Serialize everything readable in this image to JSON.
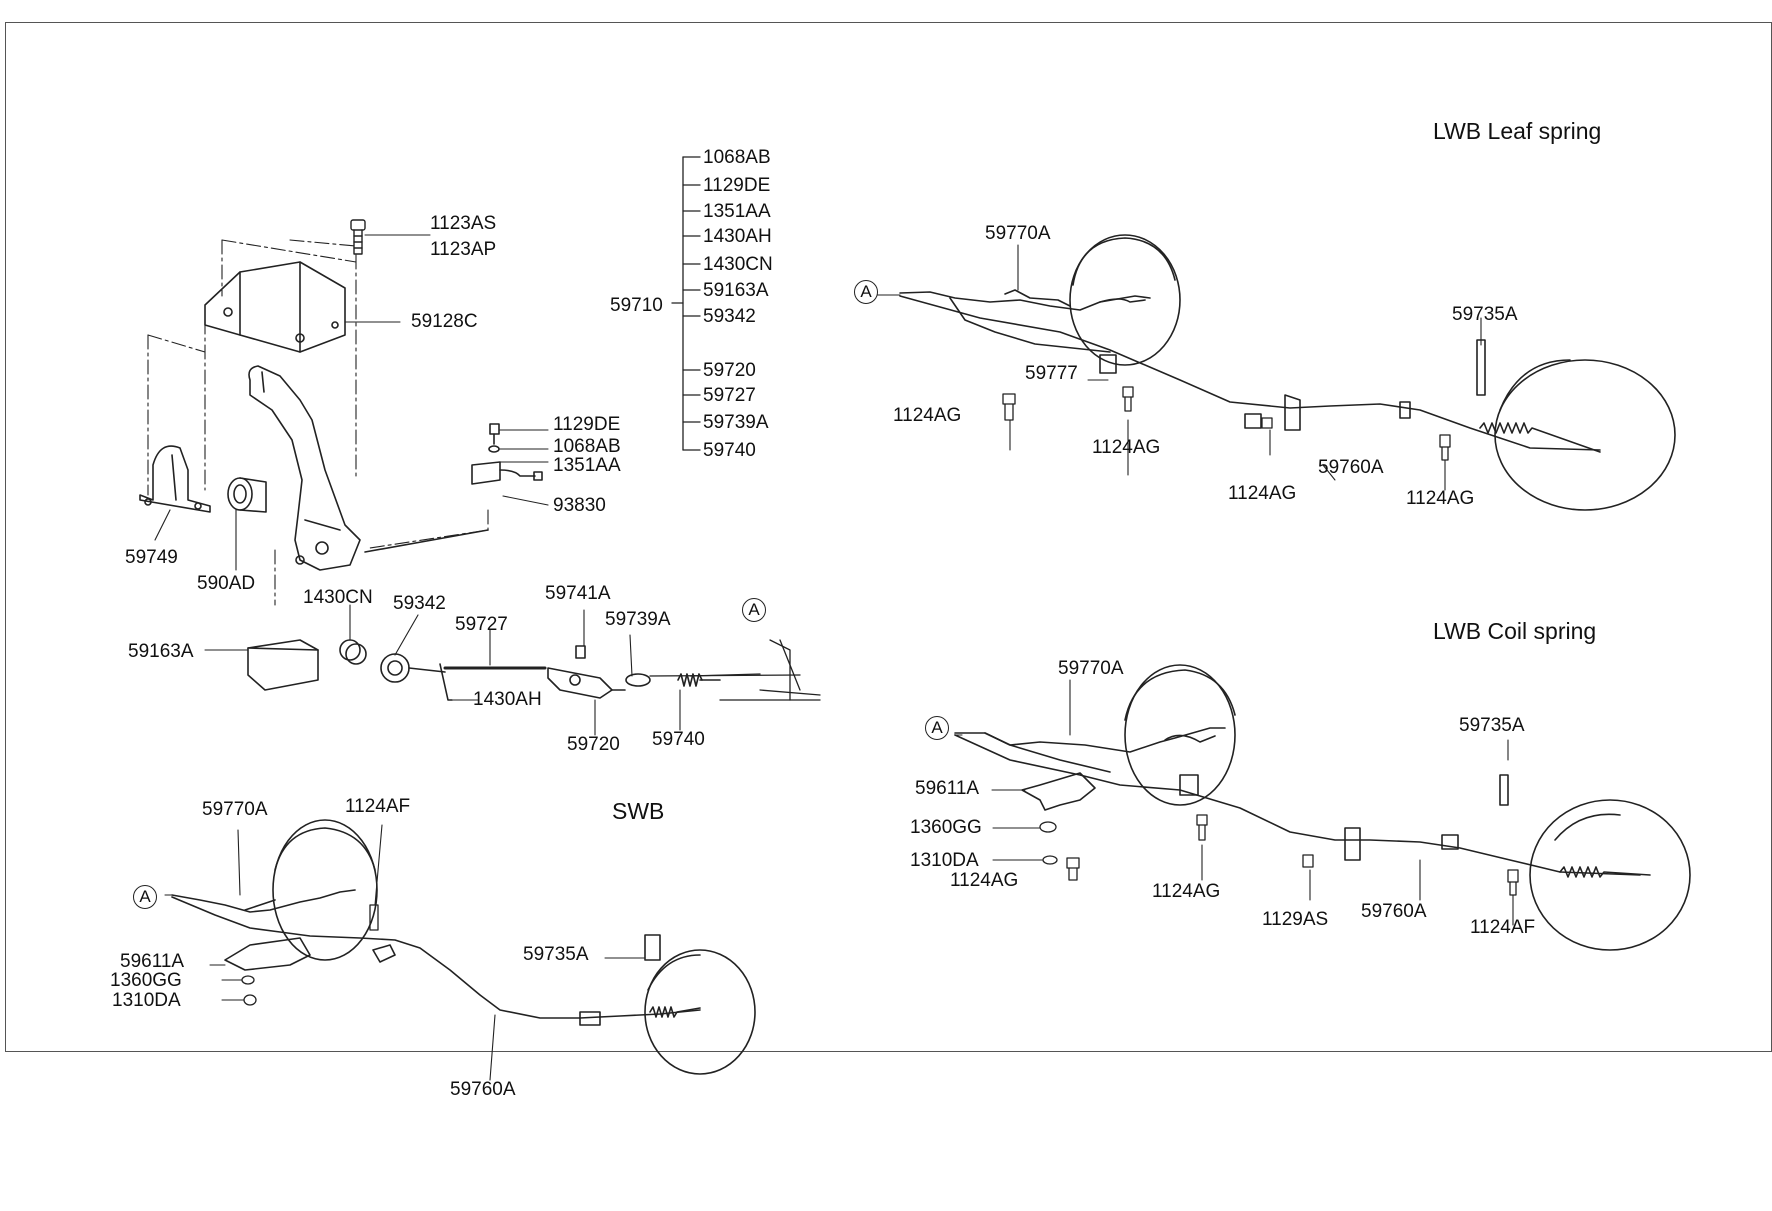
{
  "sections": {
    "leaf": "LWB Leaf spring",
    "coil": "LWB Coil spring",
    "swb": "SWB"
  },
  "ref_marker": "A",
  "labels": {
    "p1123AS": "1123AS",
    "p1123AP": "1123AP",
    "p59128C": "59128C",
    "p59749": "59749",
    "p590AD": "590AD",
    "p1129DE_a": "1129DE",
    "p1068AB_a": "1068AB",
    "p1351AA_a": "1351AA",
    "p93830": "93830",
    "p59163A_a": "59163A",
    "p1430CN_a": "1430CN",
    "p59342_a": "59342",
    "p59727_a": "59727",
    "p1430AH_a": "1430AH",
    "p59741A": "59741A",
    "p59739A_a": "59739A",
    "p59720_a": "59720",
    "p59740_a": "59740",
    "p59710": "59710",
    "l_1068AB": "1068AB",
    "l_1129DE": "1129DE",
    "l_1351AA": "1351AA",
    "l_1430AH": "1430AH",
    "l_1430CN": "1430CN",
    "l_59163A": "59163A",
    "l_59342": "59342",
    "l_59720": "59720",
    "l_59727": "59727",
    "l_59739A": "59739A",
    "l_59740": "59740",
    "leaf_59770A": "59770A",
    "leaf_59735A": "59735A",
    "leaf_59777": "59777",
    "leaf_1124AG_1": "1124AG",
    "leaf_1124AG_2": "1124AG",
    "leaf_1124AG_3": "1124AG",
    "leaf_1124AG_4": "1124AG",
    "leaf_59760A": "59760A",
    "coil_59770A": "59770A",
    "coil_59735A": "59735A",
    "coil_59611A": "59611A",
    "coil_1360GG": "1360GG",
    "coil_1310DA": "1310DA",
    "coil_1124AG_1": "1124AG",
    "coil_1124AG_2": "1124AG",
    "coil_1129AS": "1129AS",
    "coil_59760A": "59760A",
    "coil_1124AF": "1124AF",
    "swb_59770A": "59770A",
    "swb_1124AF": "1124AF",
    "swb_59611A": "59611A",
    "swb_1360GG": "1360GG",
    "swb_1310DA": "1310DA",
    "swb_59735A": "59735A",
    "swb_59760A": "59760A"
  }
}
